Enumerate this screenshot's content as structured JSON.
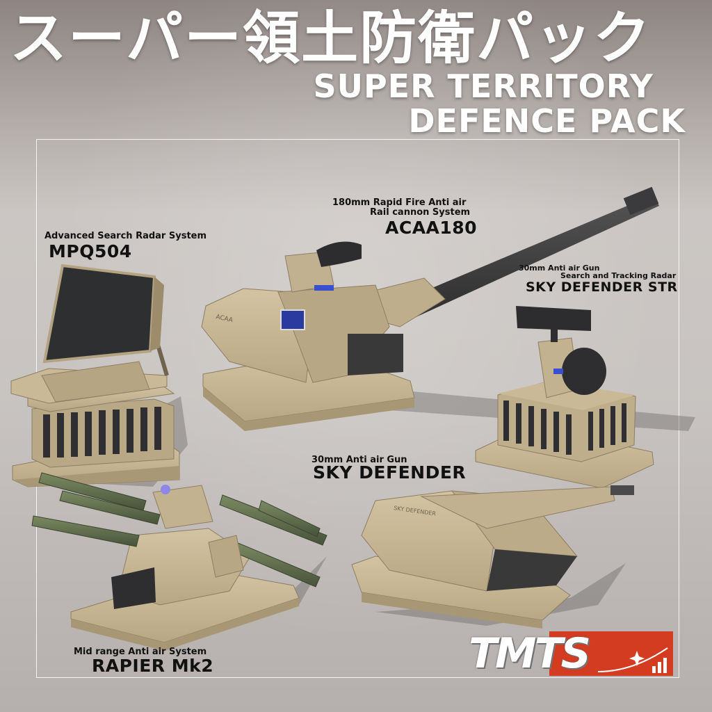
{
  "title_jp": "スーパー領土防衛パック",
  "title_en_line1": "SUPER TERRITORY",
  "title_en_line2": "DEFENCE PACK",
  "products": [
    {
      "subtitle": "Advanced Search Radar System",
      "name": "MPQ504"
    },
    {
      "subtitle_line1": "180mm Rapid Fire Anti air",
      "subtitle_line2": "Rail cannon System",
      "name": "ACAA180",
      "hull_marking": "ACAA"
    },
    {
      "subtitle_line1": "30mm Anti air Gun",
      "subtitle_line2": "Search and Tracking Radar",
      "name": "SKY DEFENDER STR"
    },
    {
      "subtitle": "30mm Anti air Gun",
      "name": "SKY DEFENDER",
      "hull_marking": "SKY DEFENDER"
    },
    {
      "subtitle": "Mid range Anti air System",
      "name": "RAPIER Mk2"
    }
  ],
  "brand_logo": "TMTS",
  "colors": {
    "tan": "#bfae8c",
    "tan_dark": "#a99878",
    "metal_dark": "#3a3a3a",
    "missile_green": "#5d6a4a",
    "logo_red": "#d43c21",
    "screen_blue": "#3a4fd0"
  }
}
